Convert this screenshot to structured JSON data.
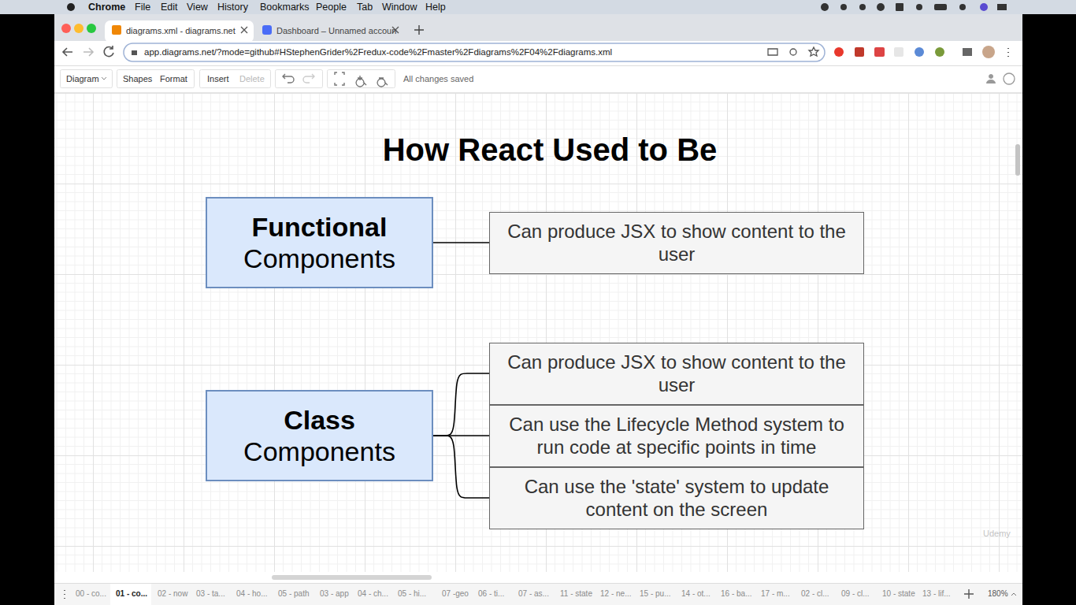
{
  "diagram": {
    "title": "How React Used to Be",
    "nodes": [
      {
        "text": [
          "Functional",
          "Components"
        ]
      },
      {
        "text": [
          "Can produce JSX to show content to the user"
        ]
      },
      {
        "text": [
          "Class",
          "Components"
        ]
      },
      {
        "text": [
          "Can produce JSX to show content to the user"
        ]
      },
      {
        "text": [
          "Can use the Lifecycle Method system to run code at specific points in time"
        ]
      },
      {
        "text": [
          "Can use the 'state' system to update content on the screen"
        ]
      }
    ],
    "edges": [
      {
        "from": 0,
        "to": 1,
        "arrow": "none"
      },
      {
        "from": 2,
        "to": 3,
        "arrow": "none"
      },
      {
        "from": 2,
        "to": 4,
        "arrow": "none"
      },
      {
        "from": 2,
        "to": 5,
        "arrow": "none"
      }
    ],
    "labels": [
      "Chrome",
      "File",
      "Edit",
      "View",
      "History",
      "Bookmarks",
      "People",
      "Tab",
      "Window",
      "Help",
      "diagrams.xml - diagrams.net",
      "Dashboard – Unnamed accoun",
      "app.diagrams.net/?mode=github#HStephenGrider%2Fredux-code%2Fmaster%2Fdiagrams%2F04%2Fdiagrams.xml",
      "Diagram",
      "Shapes",
      "Format",
      "Insert",
      "Delete",
      "All changes saved",
      "00 - co...",
      "01 - co...",
      "02 - now",
      "03 - ta...",
      "04 - ho...",
      "05 - path",
      "03 - app",
      "04 - ch...",
      "05 - hi...",
      "07 -geo",
      "06 - ti...",
      "07 - as...",
      "11 - state",
      "12 - ne...",
      "15 - pu...",
      "14 - ot...",
      "16 - ba...",
      "17 - m...",
      "02 - cl...",
      "09 - cl...",
      "10 - state",
      "13 - lif...",
      "180%",
      "Udemy"
    ]
  }
}
